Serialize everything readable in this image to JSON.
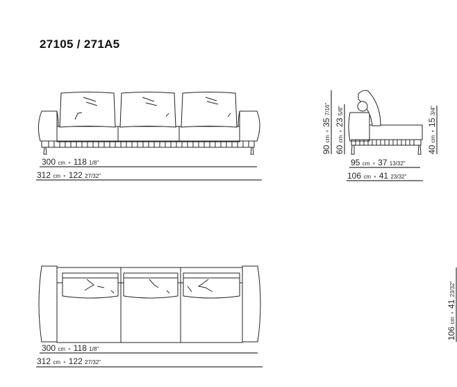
{
  "title": "27105 / 271A5",
  "front_view": {
    "inner_width": {
      "cm": "300",
      "unit": "cm",
      "sep": "∘",
      "in": "118",
      "frac": "1/8\""
    },
    "total_width": {
      "cm": "312",
      "unit": "cm",
      "sep": "∘",
      "in": "122",
      "frac": "27/32\""
    }
  },
  "side_view": {
    "total_height": {
      "cm": "90",
      "unit": "cm",
      "sep": "∘",
      "in": "35",
      "frac": "7/16\""
    },
    "arm_height": {
      "cm": "60",
      "unit": "cm",
      "sep": "∘",
      "in": "23",
      "frac": "5/8\""
    },
    "seat_height": {
      "cm": "40",
      "unit": "cm",
      "sep": "∘",
      "in": "15",
      "frac": "3/4\""
    },
    "seat_depth": {
      "cm": "95",
      "unit": "cm",
      "sep": "∘",
      "in": "37",
      "frac": "13/32\""
    },
    "total_depth": {
      "cm": "106",
      "unit": "cm",
      "sep": "∘",
      "in": "41",
      "frac": "23/32\""
    }
  },
  "top_view": {
    "inner_width": {
      "cm": "300",
      "unit": "cm",
      "sep": "∘",
      "in": "118",
      "frac": "1/8\""
    },
    "total_width": {
      "cm": "312",
      "unit": "cm",
      "sep": "∘",
      "in": "122",
      "frac": "27/32\""
    },
    "total_depth": {
      "cm": "106",
      "unit": "cm",
      "sep": "∘",
      "in": "41",
      "frac": "23/32\""
    }
  }
}
